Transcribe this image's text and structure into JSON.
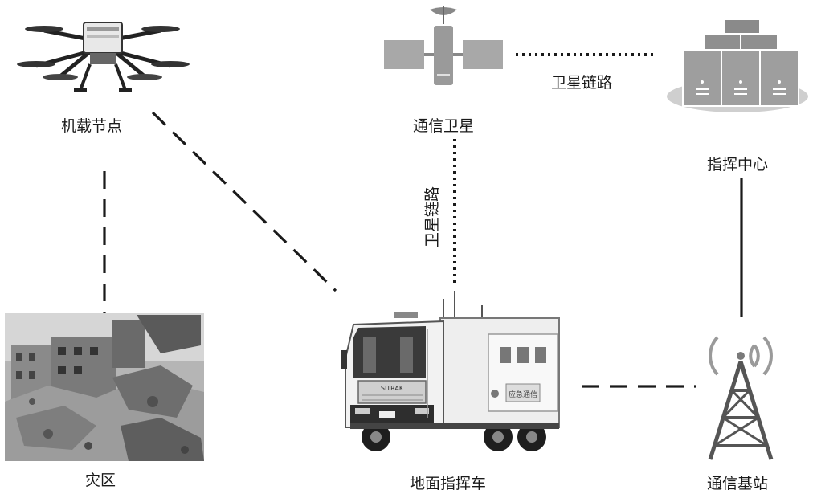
{
  "nodes": {
    "airborne": {
      "label": "机载节点",
      "icon": "drone-icon"
    },
    "satellite": {
      "label": "通信卫星",
      "icon": "satellite-icon"
    },
    "command_center": {
      "label": "指挥中心",
      "icon": "server-cluster-icon"
    },
    "disaster_area": {
      "label": "灾区",
      "icon": "collapsed-buildings-image"
    },
    "ground_vehicle": {
      "label": "地面指挥车",
      "icon": "command-truck-icon"
    },
    "base_station": {
      "label": "通信基站",
      "icon": "cell-tower-icon"
    }
  },
  "links": {
    "sat_to_center": {
      "label": "卫星链路",
      "style": "dotted"
    },
    "sat_to_vehicle": {
      "label": "卫星链路",
      "style": "dotted"
    },
    "drone_to_vehicle": {
      "style": "dashed"
    },
    "drone_to_disaster": {
      "style": "dashed"
    },
    "vehicle_to_station": {
      "style": "dashed"
    },
    "station_to_center": {
      "style": "solid"
    }
  },
  "truck_text": {
    "grille": "SITRAK",
    "panel": "应急通信"
  },
  "colors": {
    "line": "#1a1a1a",
    "icon_gray": "#9a9a9a",
    "icon_dark": "#555555"
  }
}
